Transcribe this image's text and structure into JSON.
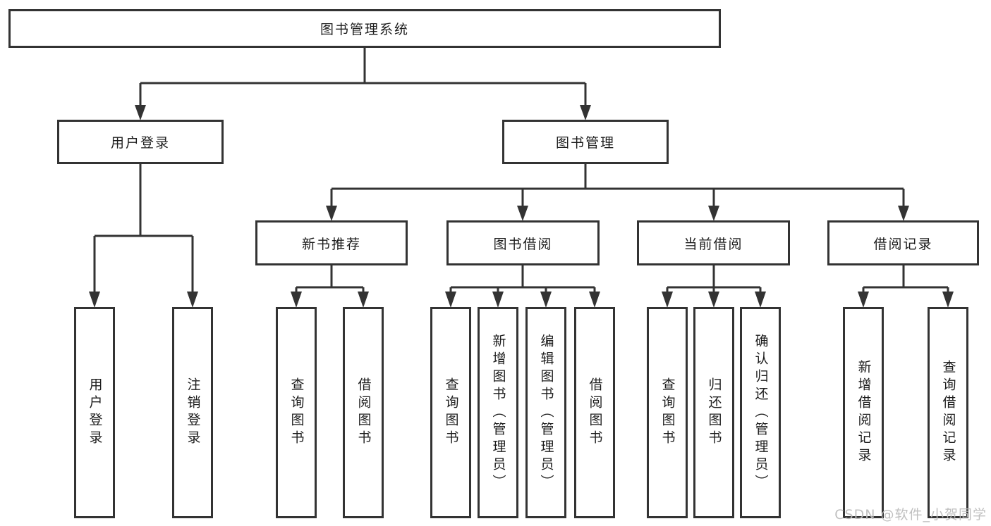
{
  "colors": {
    "background": "#ffffff",
    "line": "#333333",
    "box_border": "#333333",
    "text": "#1d1d1d",
    "watermark": "#bdbdbd"
  },
  "watermark": {
    "text": "CSDN @软件_小贺同学"
  },
  "tree": {
    "label": "图书管理系统",
    "children": [
      {
        "label": "用户登录",
        "children": [
          {
            "label": "用户登录"
          },
          {
            "label": "注销登录"
          }
        ]
      },
      {
        "label": "图书管理",
        "children": [
          {
            "label": "新书推荐",
            "children": [
              {
                "label": "查询图书"
              },
              {
                "label": "借阅图书"
              }
            ]
          },
          {
            "label": "图书借阅",
            "children": [
              {
                "label": "查询图书"
              },
              {
                "label": "新增图书（管理员）"
              },
              {
                "label": "编辑图书（管理员）"
              },
              {
                "label": "借阅图书"
              }
            ]
          },
          {
            "label": "当前借阅",
            "children": [
              {
                "label": "查询图书"
              },
              {
                "label": "归还图书"
              },
              {
                "label": "确认归还（管理员）"
              }
            ]
          },
          {
            "label": "借阅记录",
            "children": [
              {
                "label": "新增借阅记录"
              },
              {
                "label": "查询借阅记录"
              }
            ]
          }
        ]
      }
    ]
  }
}
